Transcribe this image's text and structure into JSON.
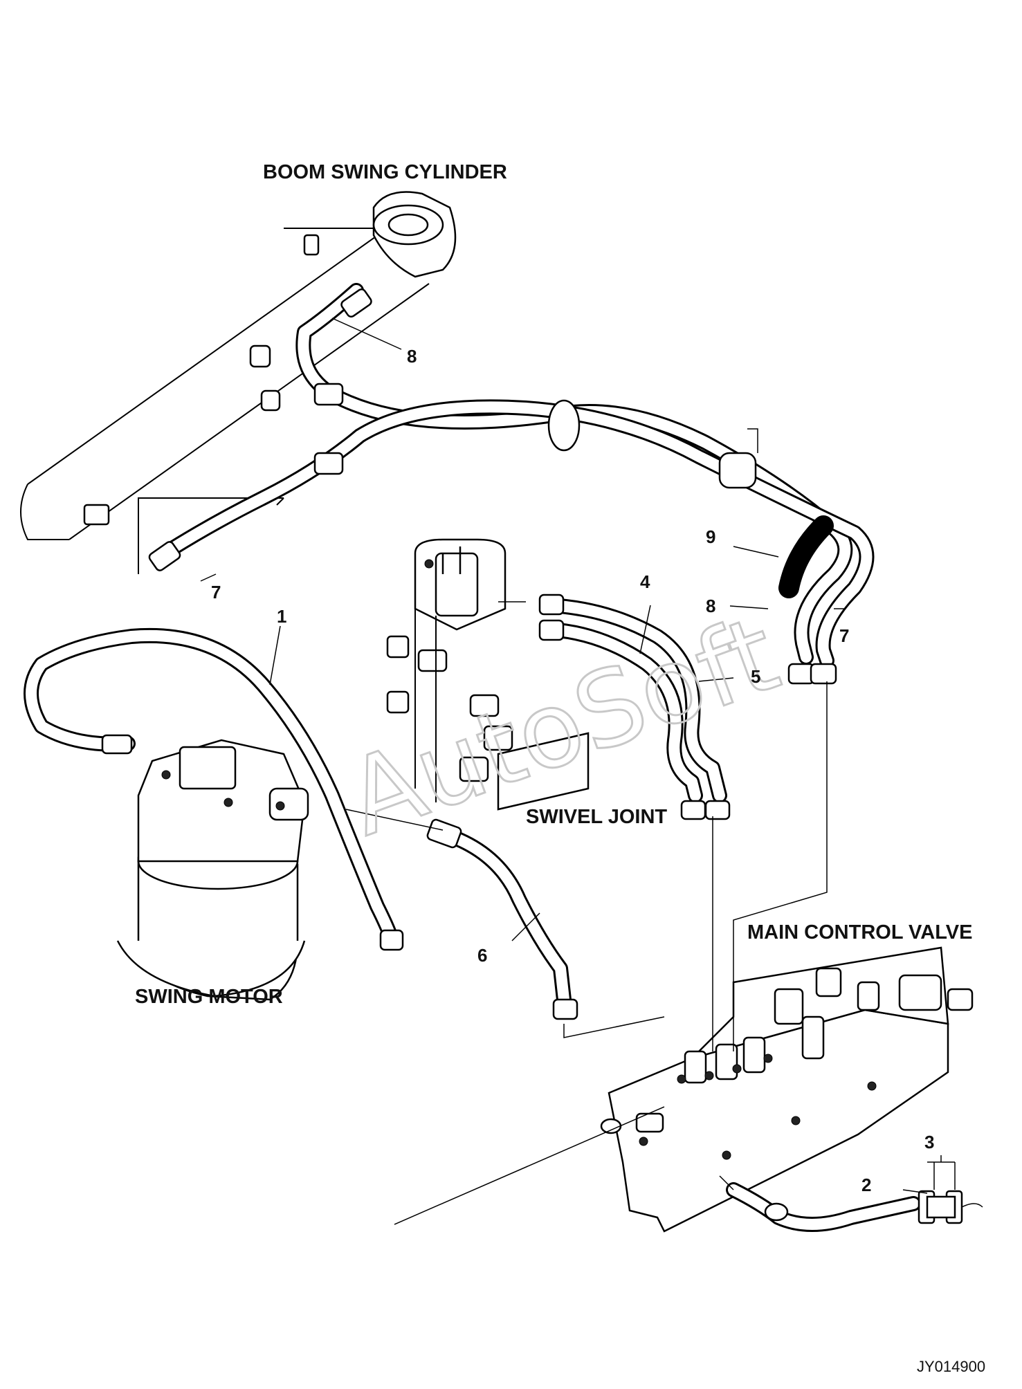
{
  "labels": {
    "boom_swing_cylinder": "BOOM SWING CYLINDER",
    "swivel_joint": "SWIVEL JOINT",
    "swing_motor": "SWING MOTOR",
    "main_control_valve": "MAIN CONTROL VALVE"
  },
  "callouts": {
    "c1": "1",
    "c2": "2",
    "c3": "3",
    "c4": "4",
    "c5": "5",
    "c6": "6",
    "c7a": "7",
    "c7b": "7",
    "c8a": "8",
    "c8b": "8",
    "c9": "9"
  },
  "watermark": "AutoSoft",
  "drawing_code": "JY014900"
}
